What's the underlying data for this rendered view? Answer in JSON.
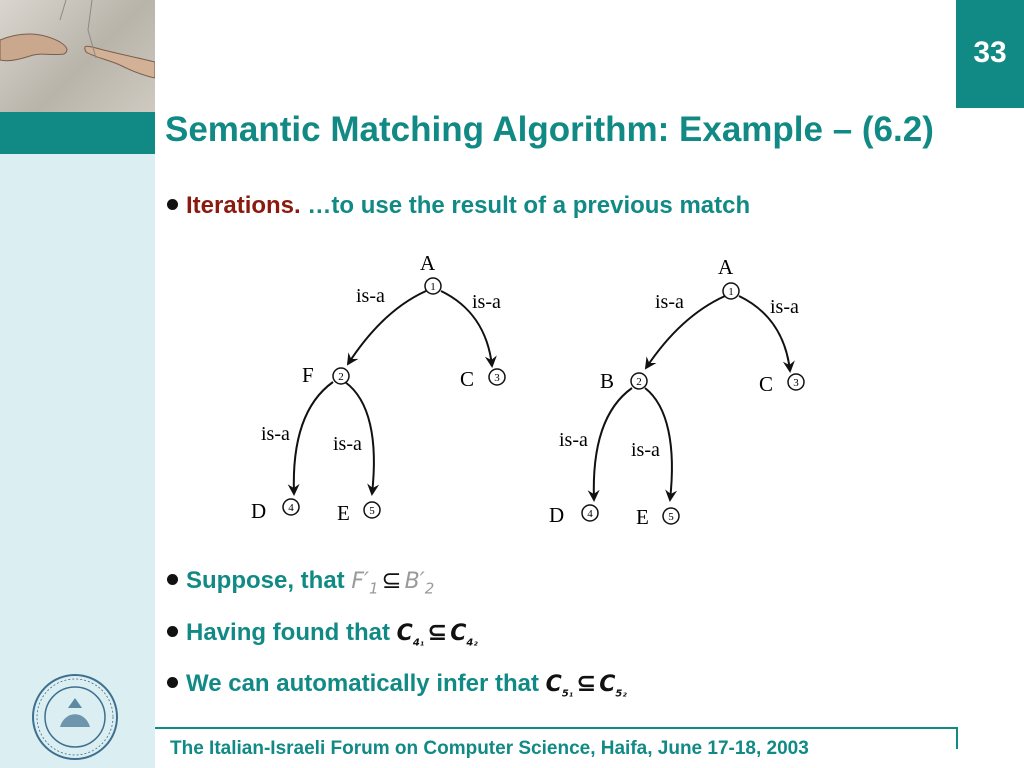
{
  "slide": {
    "page_number": "33",
    "title": "Semantic Matching Algorithm: Example – (6.2)",
    "footer": "The Italian-Israeli Forum on Computer Science, Haifa, June 17-18, 2003"
  },
  "bullets": [
    {
      "emphasis": "Iterations.",
      "text": " …to use the result of a previous match"
    },
    {
      "text": "Suppose, that "
    },
    {
      "text": "Having found that "
    },
    {
      "text": "We can automatically infer that "
    }
  ],
  "formulas": {
    "f1": {
      "lhs": "F′",
      "lhs_sub": "1",
      "op": "⊆",
      "rhs": "B′",
      "rhs_sub": "2"
    },
    "f2": {
      "lhs": "C",
      "lhs_sub": "4₁",
      "op": "⊆",
      "rhs": "C",
      "rhs_sub": "4₂"
    },
    "f3": {
      "lhs": "C",
      "lhs_sub": "5₁",
      "op": "⊆",
      "rhs": "C",
      "rhs_sub": "5₂"
    }
  },
  "tree1": {
    "nodes": [
      {
        "label": "A",
        "num": "1"
      },
      {
        "label": "F",
        "num": "2"
      },
      {
        "label": "C",
        "num": "3"
      },
      {
        "label": "D",
        "num": "4"
      },
      {
        "label": "E",
        "num": "5"
      }
    ],
    "edge_label": "is-a"
  },
  "tree2": {
    "nodes": [
      {
        "label": "A",
        "num": "1"
      },
      {
        "label": "B",
        "num": "2"
      },
      {
        "label": "C",
        "num": "3"
      },
      {
        "label": "D",
        "num": "4"
      },
      {
        "label": "E",
        "num": "5"
      }
    ],
    "edge_label": "is-a"
  },
  "colors": {
    "teal": "#118a86",
    "panel": "#dbeef1",
    "emphasis": "#8b1a0e"
  }
}
